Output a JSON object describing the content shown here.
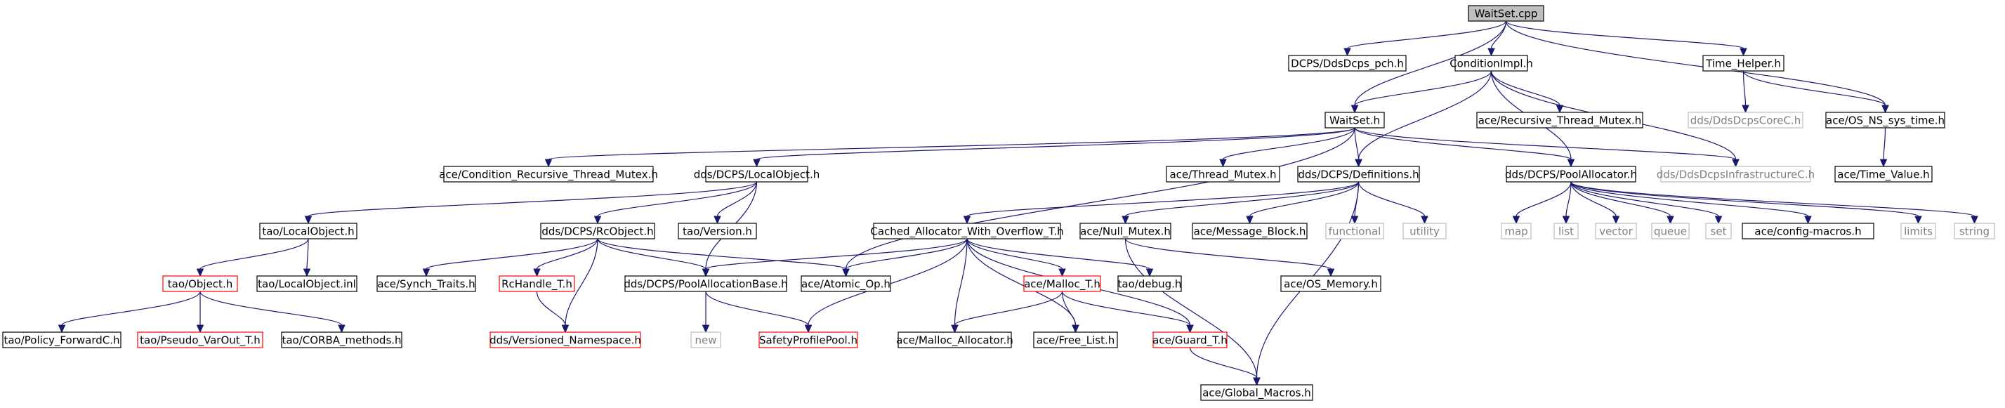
{
  "graph": {
    "nodes": {
      "waitset_cpp": {
        "label": "WaitSet.cpp",
        "kind": "root"
      },
      "dcps_pch": {
        "label": "DCPS/DdsDcps_pch.h",
        "kind": "normal"
      },
      "conditionimpl": {
        "label": "ConditionImpl.h",
        "kind": "normal"
      },
      "time_helper": {
        "label": "Time_Helper.h",
        "kind": "normal"
      },
      "waitset_h": {
        "label": "WaitSet.h",
        "kind": "normal"
      },
      "recursive_mutex": {
        "label": "ace/Recursive_Thread_Mutex.h",
        "kind": "normal"
      },
      "dds_core_c": {
        "label": "dds/DdsDcpsCoreC.h",
        "kind": "missing"
      },
      "os_ns_sys_time": {
        "label": "ace/OS_NS_sys_time.h",
        "kind": "normal"
      },
      "cond_rec_mutex": {
        "label": "ace/Condition_Recursive_Thread_Mutex.h",
        "kind": "normal"
      },
      "localobject_h": {
        "label": "dds/DCPS/LocalObject.h",
        "kind": "normal"
      },
      "thread_mutex": {
        "label": "ace/Thread_Mutex.h",
        "kind": "normal"
      },
      "definitions": {
        "label": "dds/DCPS/Definitions.h",
        "kind": "normal"
      },
      "poolallocator": {
        "label": "dds/DCPS/PoolAllocator.h",
        "kind": "normal"
      },
      "dds_infra_c": {
        "label": "dds/DdsDcpsInfrastructureC.h",
        "kind": "missing"
      },
      "time_value": {
        "label": "ace/Time_Value.h",
        "kind": "normal"
      },
      "tao_localobject": {
        "label": "tao/LocalObject.h",
        "kind": "normal"
      },
      "rcobject": {
        "label": "dds/DCPS/RcObject.h",
        "kind": "normal"
      },
      "tao_version": {
        "label": "tao/Version.h",
        "kind": "normal"
      },
      "cached_alloc": {
        "label": "Cached_Allocator_With_Overflow_T.h",
        "kind": "normal"
      },
      "null_mutex": {
        "label": "ace/Null_Mutex.h",
        "kind": "normal"
      },
      "message_block": {
        "label": "ace/Message_Block.h",
        "kind": "normal"
      },
      "functional": {
        "label": "functional",
        "kind": "missing"
      },
      "utility": {
        "label": "utility",
        "kind": "missing"
      },
      "map": {
        "label": "map",
        "kind": "missing"
      },
      "list": {
        "label": "list",
        "kind": "missing"
      },
      "vector": {
        "label": "vector",
        "kind": "missing"
      },
      "queue": {
        "label": "queue",
        "kind": "missing"
      },
      "set": {
        "label": "set",
        "kind": "missing"
      },
      "config_macros": {
        "label": "ace/config-macros.h",
        "kind": "normal"
      },
      "limits": {
        "label": "limits",
        "kind": "missing"
      },
      "string": {
        "label": "string",
        "kind": "missing"
      },
      "tao_object": {
        "label": "tao/Object.h",
        "kind": "truncated"
      },
      "tao_localobject_inl": {
        "label": "tao/LocalObject.inl",
        "kind": "normal"
      },
      "synch_traits": {
        "label": "ace/Synch_Traits.h",
        "kind": "normal"
      },
      "rchandle": {
        "label": "RcHandle_T.h",
        "kind": "truncated"
      },
      "pool_alloc_base": {
        "label": "dds/DCPS/PoolAllocationBase.h",
        "kind": "normal"
      },
      "atomic_op": {
        "label": "ace/Atomic_Op.h",
        "kind": "normal"
      },
      "malloc_t": {
        "label": "ace/Malloc_T.h",
        "kind": "truncated"
      },
      "tao_debug": {
        "label": "tao/debug.h",
        "kind": "normal"
      },
      "os_memory": {
        "label": "ace/OS_Memory.h",
        "kind": "normal"
      },
      "policy_fwd": {
        "label": "tao/Policy_ForwardC.h",
        "kind": "normal"
      },
      "pseudo_varout": {
        "label": "tao/Pseudo_VarOut_T.h",
        "kind": "truncated"
      },
      "corba_methods": {
        "label": "tao/CORBA_methods.h",
        "kind": "normal"
      },
      "versioned_ns": {
        "label": "dds/Versioned_Namespace.h",
        "kind": "truncated"
      },
      "new": {
        "label": "new",
        "kind": "missing"
      },
      "safety_pool": {
        "label": "SafetyProfilePool.h",
        "kind": "truncated"
      },
      "malloc_allocator": {
        "label": "ace/Malloc_Allocator.h",
        "kind": "normal"
      },
      "free_list": {
        "label": "ace/Free_List.h",
        "kind": "normal"
      },
      "guard_t": {
        "label": "ace/Guard_T.h",
        "kind": "truncated"
      },
      "global_macros": {
        "label": "ace/Global_Macros.h",
        "kind": "normal"
      }
    },
    "edges": [
      [
        "waitset_cpp",
        "dcps_pch"
      ],
      [
        "waitset_cpp",
        "conditionimpl"
      ],
      [
        "waitset_cpp",
        "time_helper"
      ],
      [
        "waitset_cpp",
        "waitset_h"
      ],
      [
        "waitset_cpp",
        "os_ns_sys_time"
      ],
      [
        "conditionimpl",
        "waitset_h"
      ],
      [
        "conditionimpl",
        "recursive_mutex"
      ],
      [
        "conditionimpl",
        "definitions"
      ],
      [
        "conditionimpl",
        "poolallocator"
      ],
      [
        "conditionimpl",
        "dds_infra_c"
      ],
      [
        "time_helper",
        "dds_core_c"
      ],
      [
        "time_helper",
        "os_ns_sys_time"
      ],
      [
        "os_ns_sys_time",
        "time_value"
      ],
      [
        "waitset_h",
        "cond_rec_mutex"
      ],
      [
        "waitset_h",
        "localobject_h"
      ],
      [
        "waitset_h",
        "thread_mutex"
      ],
      [
        "waitset_h",
        "definitions"
      ],
      [
        "waitset_h",
        "poolallocator"
      ],
      [
        "waitset_h",
        "dds_infra_c"
      ],
      [
        "waitset_h",
        "atomic_op"
      ],
      [
        "localobject_h",
        "tao_localobject"
      ],
      [
        "localobject_h",
        "rcobject"
      ],
      [
        "localobject_h",
        "tao_version"
      ],
      [
        "localobject_h",
        "pool_alloc_base"
      ],
      [
        "definitions",
        "cached_alloc"
      ],
      [
        "definitions",
        "null_mutex"
      ],
      [
        "definitions",
        "message_block"
      ],
      [
        "definitions",
        "functional"
      ],
      [
        "definitions",
        "utility"
      ],
      [
        "definitions",
        "global_macros"
      ],
      [
        "poolallocator",
        "map"
      ],
      [
        "poolallocator",
        "list"
      ],
      [
        "poolallocator",
        "vector"
      ],
      [
        "poolallocator",
        "queue"
      ],
      [
        "poolallocator",
        "set"
      ],
      [
        "poolallocator",
        "config_macros"
      ],
      [
        "poolallocator",
        "limits"
      ],
      [
        "poolallocator",
        "string"
      ],
      [
        "tao_localobject",
        "tao_object"
      ],
      [
        "tao_localobject",
        "tao_localobject_inl"
      ],
      [
        "rcobject",
        "synch_traits"
      ],
      [
        "rcobject",
        "rchandle"
      ],
      [
        "rcobject",
        "pool_alloc_base"
      ],
      [
        "rcobject",
        "atomic_op"
      ],
      [
        "rcobject",
        "versioned_ns"
      ],
      [
        "cached_alloc",
        "pool_alloc_base"
      ],
      [
        "cached_alloc",
        "atomic_op"
      ],
      [
        "cached_alloc",
        "malloc_t"
      ],
      [
        "cached_alloc",
        "tao_debug"
      ],
      [
        "cached_alloc",
        "safety_pool"
      ],
      [
        "cached_alloc",
        "malloc_allocator"
      ],
      [
        "cached_alloc",
        "free_list"
      ],
      [
        "cached_alloc",
        "guard_t"
      ],
      [
        "null_mutex",
        "os_memory"
      ],
      [
        "null_mutex",
        "global_macros"
      ],
      [
        "tao_object",
        "policy_fwd"
      ],
      [
        "tao_object",
        "pseudo_varout"
      ],
      [
        "tao_object",
        "corba_methods"
      ],
      [
        "rchandle",
        "versioned_ns"
      ],
      [
        "pool_alloc_base",
        "new"
      ],
      [
        "pool_alloc_base",
        "safety_pool"
      ],
      [
        "malloc_t",
        "malloc_allocator"
      ],
      [
        "malloc_t",
        "free_list"
      ],
      [
        "malloc_t",
        "guard_t"
      ],
      [
        "guard_t",
        "global_macros"
      ]
    ]
  },
  "styles": {
    "edge_color": "#191970",
    "root_fill": "#bfbfbf",
    "normal_border": "#000000",
    "truncated_border": "#ff0000",
    "missing_border": "#bfbfbf",
    "missing_text": "#808080"
  }
}
